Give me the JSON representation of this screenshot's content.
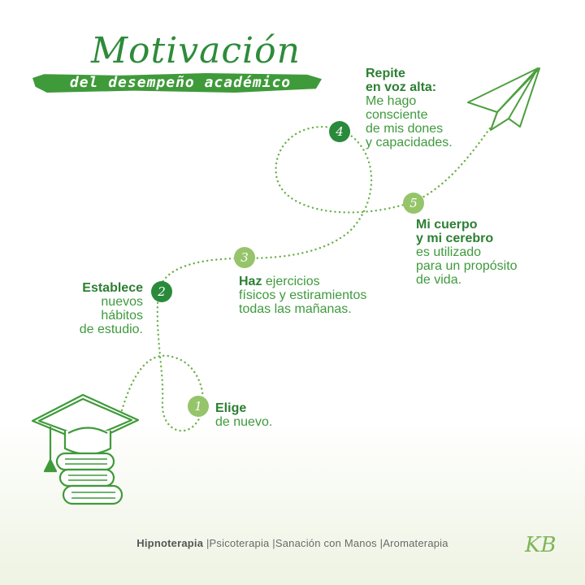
{
  "header": {
    "title": "Motivación",
    "subtitle": "del desempeño académico"
  },
  "steps": [
    {
      "number": "1",
      "bold": "Elige",
      "lines": [
        "de nuevo."
      ]
    },
    {
      "number": "2",
      "bold": "Establece",
      "lines": [
        "nuevos",
        "hábitos",
        "de estudio."
      ]
    },
    {
      "number": "3",
      "bold": "Haz",
      "first_rest": " ejercicios",
      "lines": [
        "físicos y estiramientos",
        "todas las mañanas."
      ]
    },
    {
      "number": "4",
      "bold_lines": [
        "Repite",
        "en voz alta:"
      ],
      "lines": [
        "Me hago",
        "consciente",
        "de mis dones",
        "y capacidades."
      ]
    },
    {
      "number": "5",
      "bold_lines": [
        "Mi cuerpo",
        "y mi cerebro"
      ],
      "lines": [
        "es utilizado",
        "para un propósito",
        "de vida."
      ]
    }
  ],
  "footer": {
    "bold": "Hipnoterapia",
    "items": [
      " |Psicoterapia",
      " |Sanación con Manos",
      " |Aromaterapia"
    ]
  },
  "logo": {
    "text": "KB"
  },
  "colors": {
    "dark_green": "#2a8a3b",
    "light_green": "#95c46a",
    "path": "#6cb04a",
    "text_green": "#3e9a3d"
  },
  "icons": [
    "graduation-cap-icon",
    "book-stack-icon",
    "paper-plane-icon"
  ]
}
